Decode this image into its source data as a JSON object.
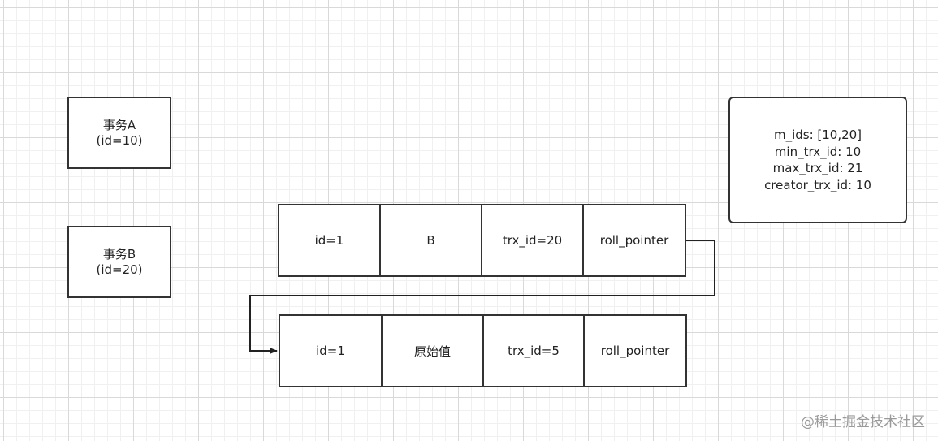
{
  "transactions": [
    {
      "name_line": "事务A",
      "id_line": "(id=10)"
    },
    {
      "name_line": "事务B",
      "id_line": "(id=20)"
    }
  ],
  "read_view": {
    "lines": [
      "m_ids: [10,20]",
      "min_trx_id: 10",
      "max_trx_id: 21",
      "creator_trx_id: 10"
    ]
  },
  "records": [
    {
      "cells": [
        "id=1",
        "B",
        "trx_id=20",
        "roll_pointer"
      ]
    },
    {
      "cells": [
        "id=1",
        "原始值",
        "trx_id=5",
        "roll_pointer"
      ]
    }
  ],
  "watermark": "@稀土掘金技术社区",
  "colors": {
    "stroke": "#333333",
    "grid": "#d9d9d9",
    "watermark": "#9a9a9a"
  }
}
